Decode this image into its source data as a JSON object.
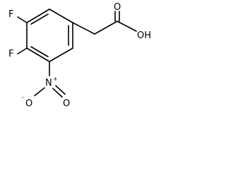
{
  "molecule": {
    "atoms": {
      "fluorine_top": "F",
      "fluorine_mid": "F",
      "nitro_n": "N",
      "nitro_plus": "+",
      "nitro_o_down": "O",
      "nitro_o_left": "O",
      "nitro_minus": "-",
      "acid_o_double": "O",
      "acid_oh": "OH"
    }
  }
}
